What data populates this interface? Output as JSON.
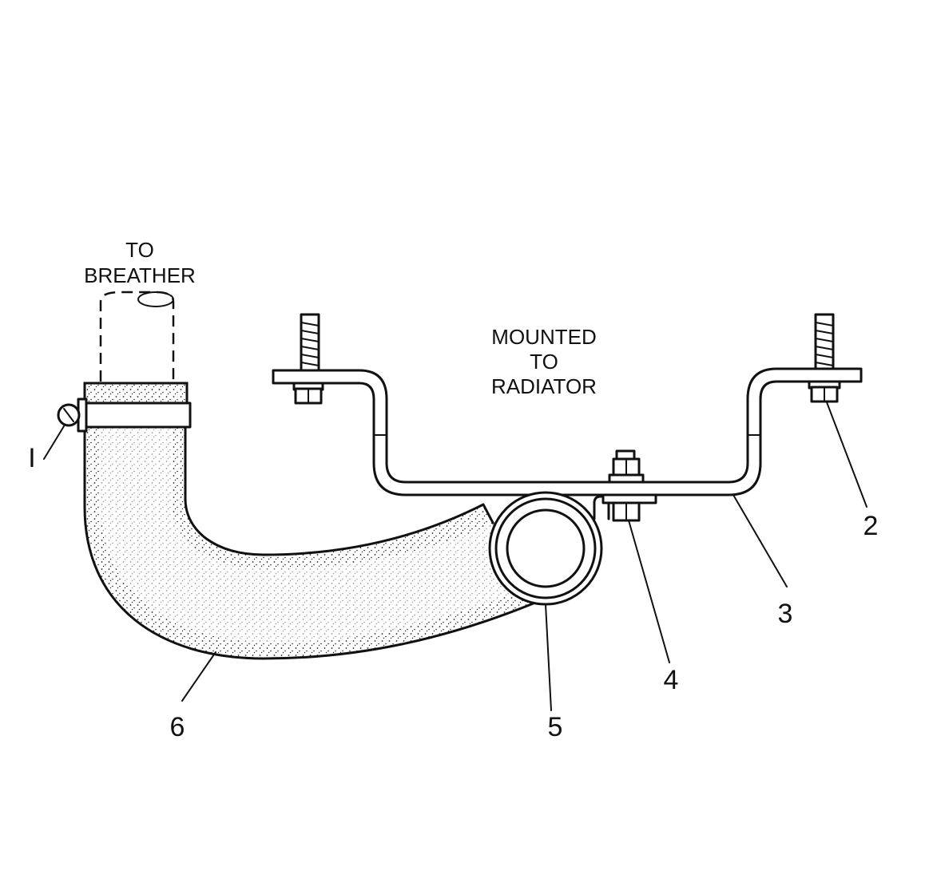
{
  "labels": {
    "to_breather_line1": "TO",
    "to_breather_line2": "BREATHER",
    "mounted_line1": "MOUNTED",
    "mounted_line2": "TO",
    "mounted_line3": "RADIATOR"
  },
  "callouts": [
    "I",
    "2",
    "3",
    "4",
    "5",
    "6"
  ]
}
